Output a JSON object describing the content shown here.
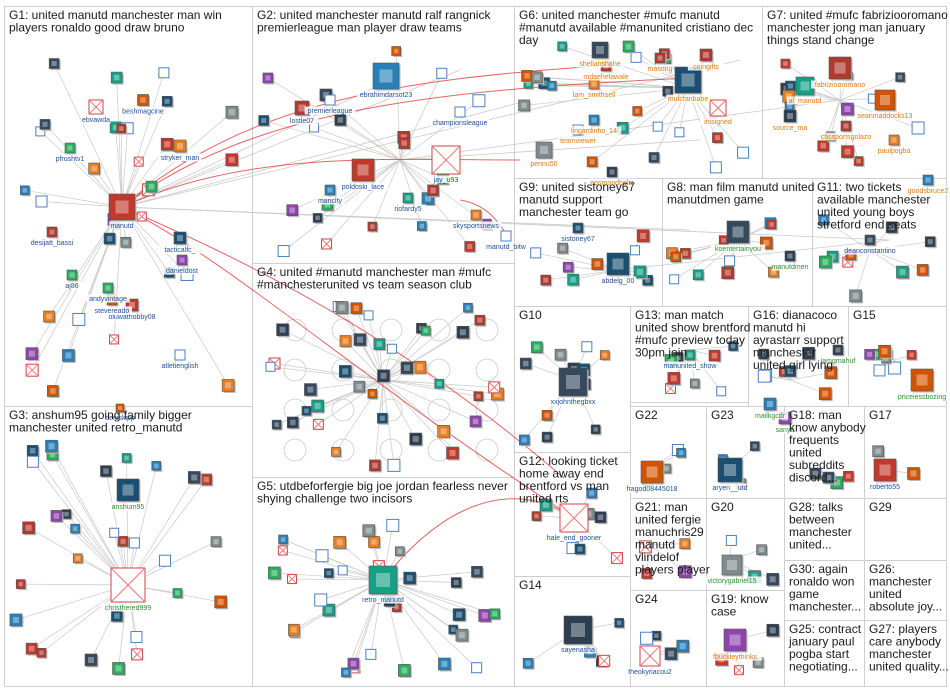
{
  "colors": {
    "edge": "#c9c9c9",
    "edge_strong": "#e03030",
    "frame": "#cfcfcf",
    "label_blue": "#1f4f9b",
    "label_orange": "#e07b10",
    "label_green": "#2f8f2f",
    "label_teal": "#1a8aa0"
  },
  "groups": [
    {
      "id": "G1",
      "lines": [
        "G1: united manutd manchester man win",
        "players ronaldo good draw bruno"
      ]
    },
    {
      "id": "G2",
      "lines": [
        "G2: united manchester manutd ralf rangnick",
        "premierleague man player draw teams"
      ]
    },
    {
      "id": "G3",
      "lines": [
        "G3: anshum95 going family bigger",
        "manchester united retro_manutd"
      ]
    },
    {
      "id": "G4",
      "lines": [
        "G4: united #manutd manchester man #mufc",
        "#manchesterunited vs team season club"
      ]
    },
    {
      "id": "G5",
      "lines": [
        "G5: utdbeforfergie big joe jordan fearless never",
        "shying challenge two incisors"
      ]
    },
    {
      "id": "G6",
      "lines": [
        "G6: united manchester #mufc manutd",
        "#manutd available #manunited cristiano dec",
        "day"
      ]
    },
    {
      "id": "G7",
      "lines": [
        "G7: united #mufc fabriziooromano",
        "manchester jong man january",
        "things stand change"
      ]
    },
    {
      "id": "G8",
      "lines": [
        "G8: man film manutd united",
        "manutdmen game"
      ]
    },
    {
      "id": "G9",
      "lines": [
        "G9: united sistoney67",
        "manutd support",
        "manchester team go"
      ]
    },
    {
      "id": "G10",
      "lines": [
        "G10"
      ]
    },
    {
      "id": "G11",
      "lines": [
        "G11: two tickets",
        "available manchester",
        "united young boys",
        "stretford end seats"
      ]
    },
    {
      "id": "G12",
      "lines": [
        "G12: looking ticket",
        "home away end",
        "brentford vs man",
        "united rts"
      ]
    },
    {
      "id": "G13",
      "lines": [
        "G13: man match",
        "united show brentford",
        "#mufc preview today",
        "30pm join"
      ]
    },
    {
      "id": "G14",
      "lines": [
        "G14"
      ]
    },
    {
      "id": "G15",
      "lines": [
        "G15"
      ]
    },
    {
      "id": "G16",
      "lines": [
        "G16: dianacoco",
        "manutd hi",
        "ayrastarr support",
        "manchester",
        "united girl lying"
      ]
    },
    {
      "id": "G17",
      "lines": [
        "G17"
      ]
    },
    {
      "id": "G18",
      "lines": [
        "G18: man",
        "know anybody",
        "frequents",
        "united",
        "subreddits",
        "discord..."
      ]
    },
    {
      "id": "G19",
      "lines": [
        "G19: know",
        "case"
      ]
    },
    {
      "id": "G20",
      "lines": [
        "G20"
      ]
    },
    {
      "id": "G21",
      "lines": [
        "G21: man",
        "united fergie",
        "manuchris29",
        "manutd",
        "vlindelof",
        "players player"
      ]
    },
    {
      "id": "G22",
      "lines": [
        "G22"
      ]
    },
    {
      "id": "G23",
      "lines": [
        "G23"
      ]
    },
    {
      "id": "G24",
      "lines": [
        "G24"
      ]
    },
    {
      "id": "G25",
      "lines": [
        "G25: contract",
        "january paul",
        "pogba start",
        "negotiating..."
      ]
    },
    {
      "id": "G26",
      "lines": [
        "G26:",
        "manchester",
        "united",
        "absolute joy..."
      ]
    },
    {
      "id": "G27",
      "lines": [
        "G27: players",
        "care anybody",
        "manchester",
        "united quality..."
      ]
    },
    {
      "id": "G28",
      "lines": [
        "G28: talks",
        "between",
        "manchester",
        "united..."
      ]
    },
    {
      "id": "G29",
      "lines": [
        "G29"
      ]
    },
    {
      "id": "G30",
      "lines": [
        "G30: again",
        "ronaldo won",
        "game",
        "manchester..."
      ]
    }
  ],
  "nodes": {
    "G1": [
      "manutd",
      "beshmagcine",
      "ebvawda",
      "pfroshtv1",
      "stryker_man",
      "desijatt_bassi",
      "aj86",
      "andyvintage",
      "oluwathobby08",
      "stevereado",
      "tacticalfc_",
      "danieldost",
      "atletienglish",
      "deniskipp"
    ],
    "G2": [
      "ebrahimdarsot23",
      "lostle07",
      "premierleague",
      "championsleague",
      "poldoski_lace",
      "jay_u93",
      "riofardy5",
      "manclty",
      "skysportsnews",
      "manutd_bitw"
    ],
    "G3": [
      "anshum95",
      "christhered999"
    ],
    "G5": [
      "retro_manutd"
    ],
    "G6": [
      "shellahshahe",
      "mdaehelawale",
      "masong",
      "lam_smithsell",
      "lingardinho_14",
      "teamviewer",
      "pennu50",
      "mufcfanbabe",
      "itssigned",
      "eosmondholtz",
      "coingifts"
    ],
    "G7": [
      "fabriziooromano",
      "al_manutd",
      "source_ma",
      "cbssportsgolazo",
      "seanmaddocks13",
      "paulpogba",
      "goodsbruce2"
    ],
    "G8": [
      "koentertainyou",
      "manutdmen"
    ],
    "G9": [
      "sistoney67",
      "abdelg_00"
    ],
    "G10": [
      "xxjohnthegbxx"
    ],
    "G11": [
      "deanconstantino"
    ],
    "G12": [
      "hale_end_gooner"
    ],
    "G13": [
      "manunited_show"
    ],
    "G14": [
      "sayenasha",
      "theokyriacou2"
    ],
    "G15": [
      "priceiessbozing",
      "iamgmahuf"
    ],
    "G16": [
      "mailkgcdr",
      "sanyu"
    ],
    "G17": [
      "roberto55"
    ],
    "G19": [
      "fbuckleythinks"
    ],
    "G20": [
      "victorygabriel15"
    ],
    "G22": [
      "fragod08445018"
    ],
    "G23": [
      "aryen__utd"
    ]
  }
}
